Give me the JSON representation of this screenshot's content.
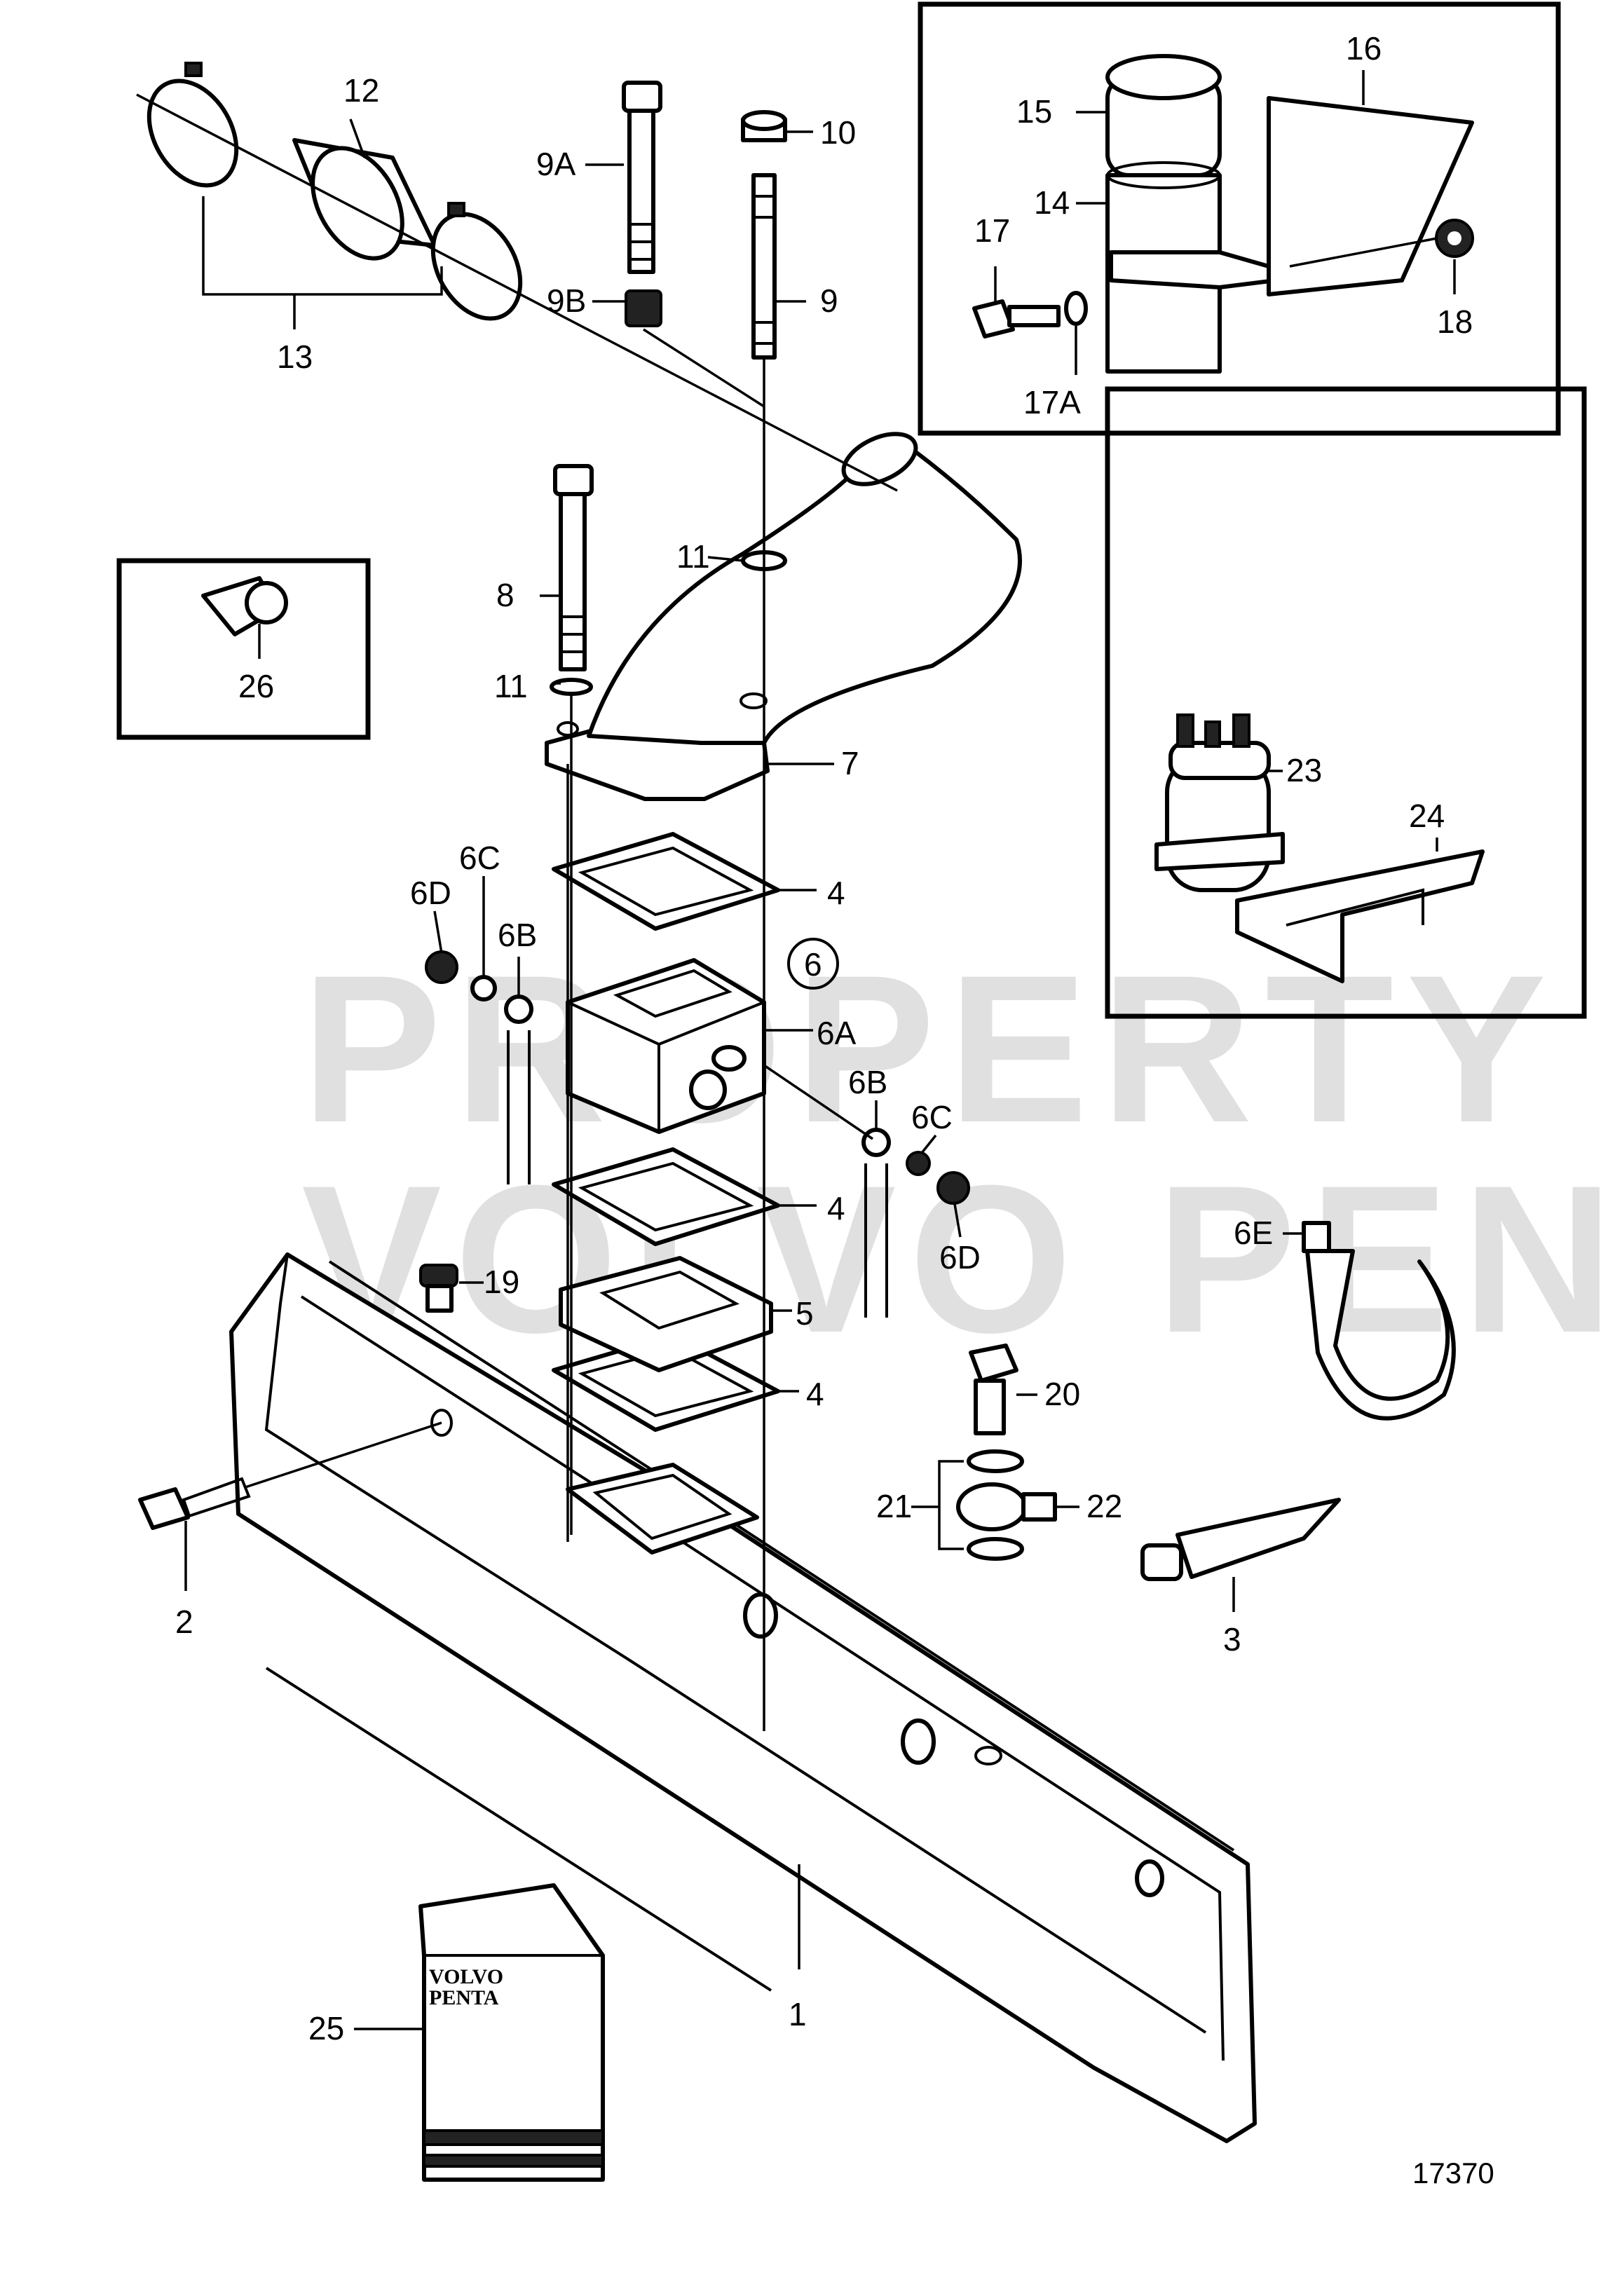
{
  "figure_number": "17370",
  "watermark": {
    "line1": "PROPERTY OF",
    "line2": "VOLVO PENTA"
  },
  "logo": {
    "line1": "VOLVO",
    "line2": "PENTA"
  },
  "callouts": {
    "c1": "1",
    "c2": "2",
    "c3": "3",
    "c4a": "4",
    "c4b": "4",
    "c4c": "4",
    "c5": "5",
    "c6": "6",
    "c6a": "6A",
    "c6b_left": "6B",
    "c6b_right": "6B",
    "c6c_left": "6C",
    "c6c_right": "6C",
    "c6d_left": "6D",
    "c6d_right": "6D",
    "c6e": "6E",
    "c7": "7",
    "c8": "8",
    "c9": "9",
    "c9a": "9A",
    "c9b": "9B",
    "c10": "10",
    "c11a": "11",
    "c11b": "11",
    "c12": "12",
    "c13": "13",
    "c14": "14",
    "c15": "15",
    "c16": "16",
    "c17": "17",
    "c17a": "17A",
    "c18": "18",
    "c19": "19",
    "c20": "20",
    "c21": "21",
    "c22": "22",
    "c23": "23",
    "c24": "24",
    "c25": "25",
    "c26": "26"
  }
}
